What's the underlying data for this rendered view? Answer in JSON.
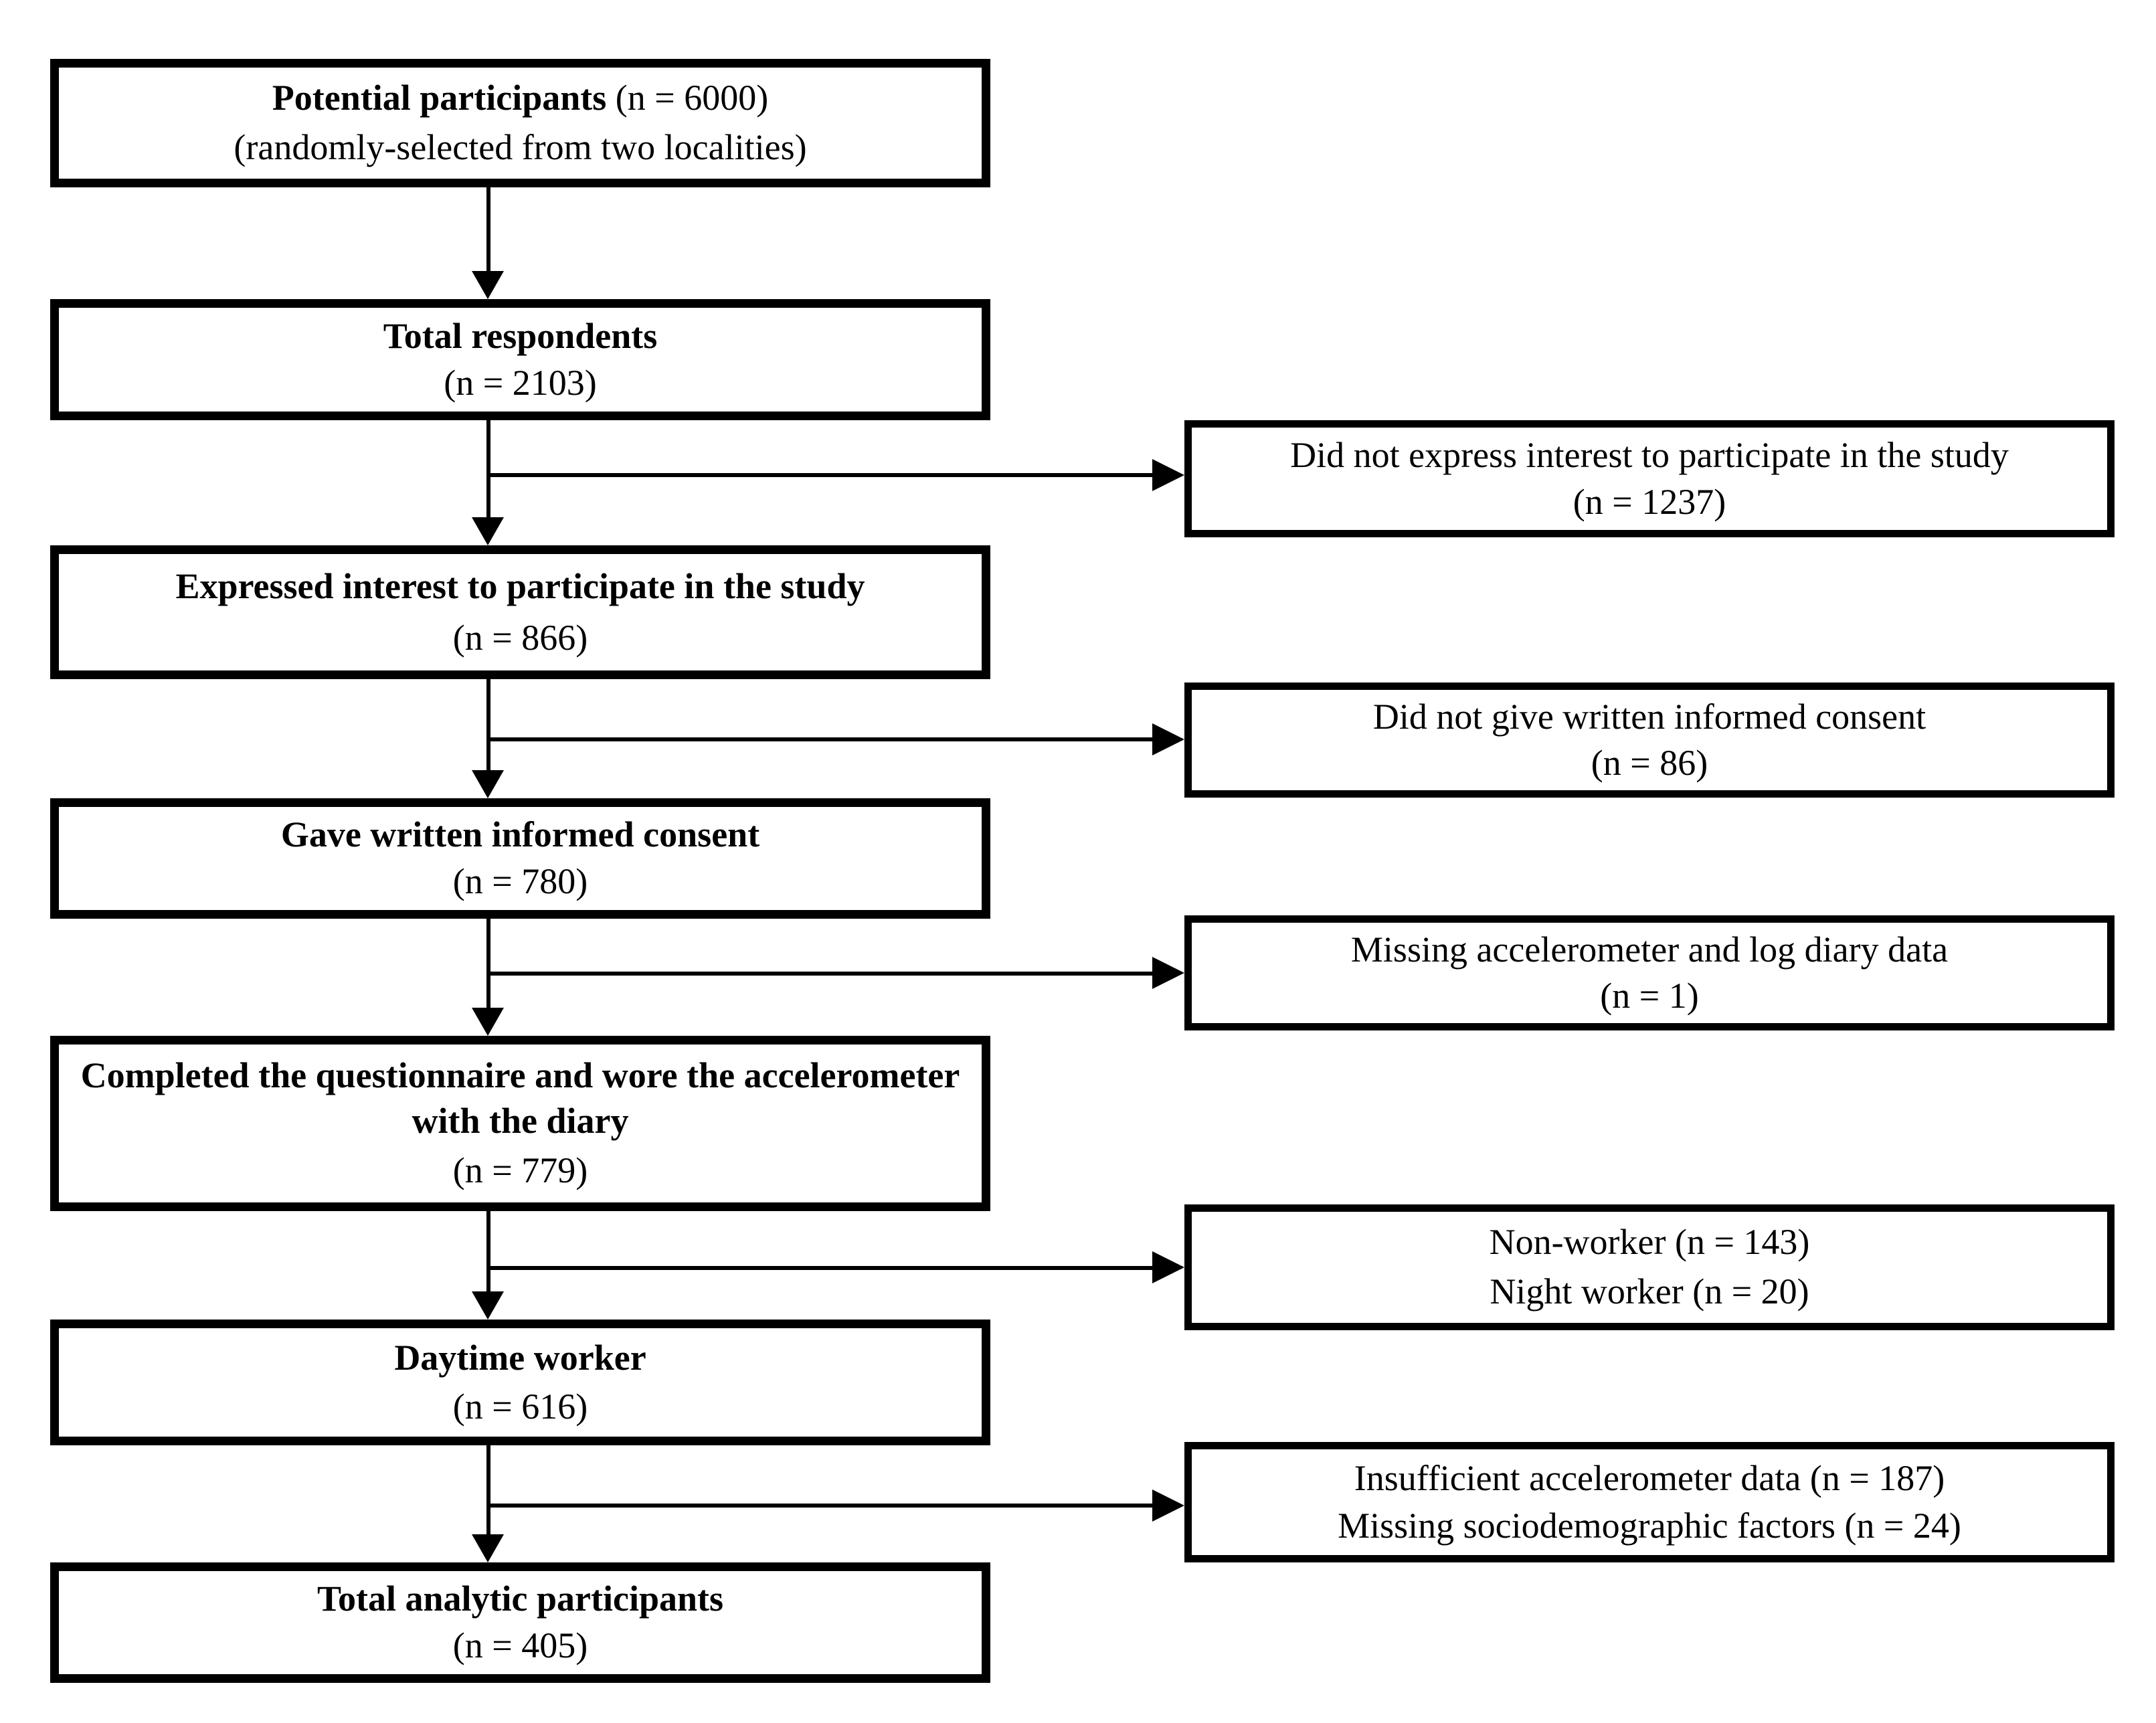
{
  "page": {
    "background_color": "#ffffff",
    "ink_color": "#000000"
  },
  "diagram": {
    "type": "participant-flowchart",
    "main_column": [
      {
        "title": "Potential participants",
        "count": "(n = 6000)",
        "note": "(randomly-selected from two localities)"
      },
      {
        "title": "Total respondents",
        "count": "(n = 2103)"
      },
      {
        "title": "Expressed interest to participate in the study",
        "count": "(n = 866)"
      },
      {
        "title": "Gave written informed consent",
        "count": "(n = 780)"
      },
      {
        "title": "Completed the questionnaire and wore the accelerometer with the diary",
        "count": "(n = 779)"
      },
      {
        "title": "Daytime worker",
        "count": "(n = 616)"
      },
      {
        "title": "Total analytic participants",
        "count": "(n = 405)"
      }
    ],
    "exclusion_column": [
      {
        "line1": "Did not express interest to participate in the study",
        "line2": "(n = 1237)"
      },
      {
        "line1": "Did not give written informed consent",
        "line2": "(n = 86)"
      },
      {
        "line1": "Missing accelerometer and log diary data",
        "line2": "(n = 1)"
      },
      {
        "line1": "Non-worker (n = 143)",
        "line2": "Night worker (n = 20)"
      },
      {
        "line1": "Insufficient accelerometer data (n = 187)",
        "line2": "Missing sociodemographic factors (n = 24)"
      }
    ]
  }
}
